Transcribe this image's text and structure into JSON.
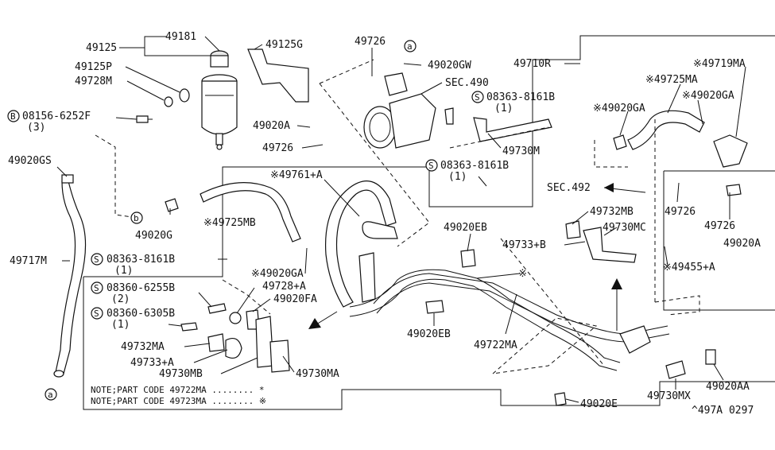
{
  "diagram_code": "^497A 0297",
  "labels": {
    "p49125": "49125",
    "p49181": "49181",
    "p49125G": "49125G",
    "p49125P": "49125P",
    "p49728M": "49728M",
    "p08156": "08156-6252F",
    "p08156_qty": "(3)",
    "p49020GS": "49020GS",
    "p49717M": "49717M",
    "p49726_top": "49726",
    "p49020GW": "49020GW",
    "sec490": "SEC.490",
    "p49710R": "49710R",
    "p49719MA": "※49719MA",
    "p49725MA": "※49725MA",
    "p49020GA_r": "※49020GA",
    "p49020GA_r2": "※49020GA",
    "p08363_a": "08363-8161B",
    "p08363_a_qty": "(1)",
    "p49730M": "49730M",
    "p08363_b": "08363-8161B",
    "p08363_b_qty": "(1)",
    "p49020A_mid": "49020A",
    "p49726_mid": "49726",
    "p49761A": "※49761+A",
    "p49725MB": "※49725MB",
    "p49020G": "49020G",
    "sec492": "SEC.492",
    "p49726_r": "49726",
    "p49726_r2": "49726",
    "p49020A_r": "49020A",
    "p49732MB": "49732MB",
    "p49730MC": "49730MC",
    "p49733B": "49733+B",
    "p49020EB_top": "49020EB",
    "p49455A": "※49455+A",
    "p08363_c": "08363-8161B",
    "p08363_c_qty": "(1)",
    "p49020GA_l": "※49020GA",
    "p08360_a": "08360-6255B",
    "p08360_a_qty": "(2)",
    "p49728A": "49728+A",
    "p49020FA": "49020FA",
    "p08360_b": "08360-6305B",
    "p08360_b_qty": "(1)",
    "p49732MA": "49732MA",
    "p49733A": "49733+A",
    "p49730MB": "49730MB",
    "p49730MA": "49730MA",
    "p49020EB_bot": "49020EB",
    "p49722MA": "49722MA",
    "p49730MX": "49730MX",
    "p49020AA": "49020AA",
    "p49020E": "49020E",
    "note1": "NOTE;PART CODE 49722MA ........ *",
    "note2": "NOTE;PART CODE 49723MA ........ ※",
    "mark_a": "a",
    "mark_b": "b",
    "mark_S": "S",
    "mark_B": "B",
    "mark_star": "※"
  }
}
